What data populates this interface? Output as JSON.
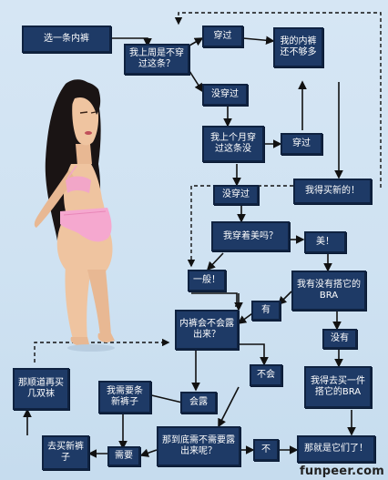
{
  "flowchart": {
    "nodes": {
      "pick_underwear": "选一条内裤",
      "worn_last_week": "我上周是不穿过这条？",
      "worn_yes": "穿过",
      "not_enough": "我的内裤还不够多",
      "worn_no": "没穿过",
      "worn_last_month": "我上个月穿过这条没",
      "month_yes": "穿过",
      "need_new": "我得买新的！",
      "month_no": "没穿过",
      "am_i_pretty": "我穿着美吗？",
      "pretty_yes": "美！",
      "ordinary": "一般！",
      "matching_bra": "我有没有搭它的BRA",
      "bra_yes": "有",
      "bra_no": "没有",
      "will_show": "内裤会不会露出来？",
      "wont_show": "不会",
      "buy_bra": "我得去买一件搭它的BRA",
      "buy_more": "那顺道再买几双袜",
      "need_sexy": "我需要条新裤子",
      "will_show_yes": "会露",
      "buy_new_pants": "去买新裤子",
      "need_it": "需要",
      "need_to_show": "那到底需不需要露出来呢？",
      "no": "不",
      "thats_it": "那就是它们了！"
    }
  },
  "watermark": "funpeer.com"
}
